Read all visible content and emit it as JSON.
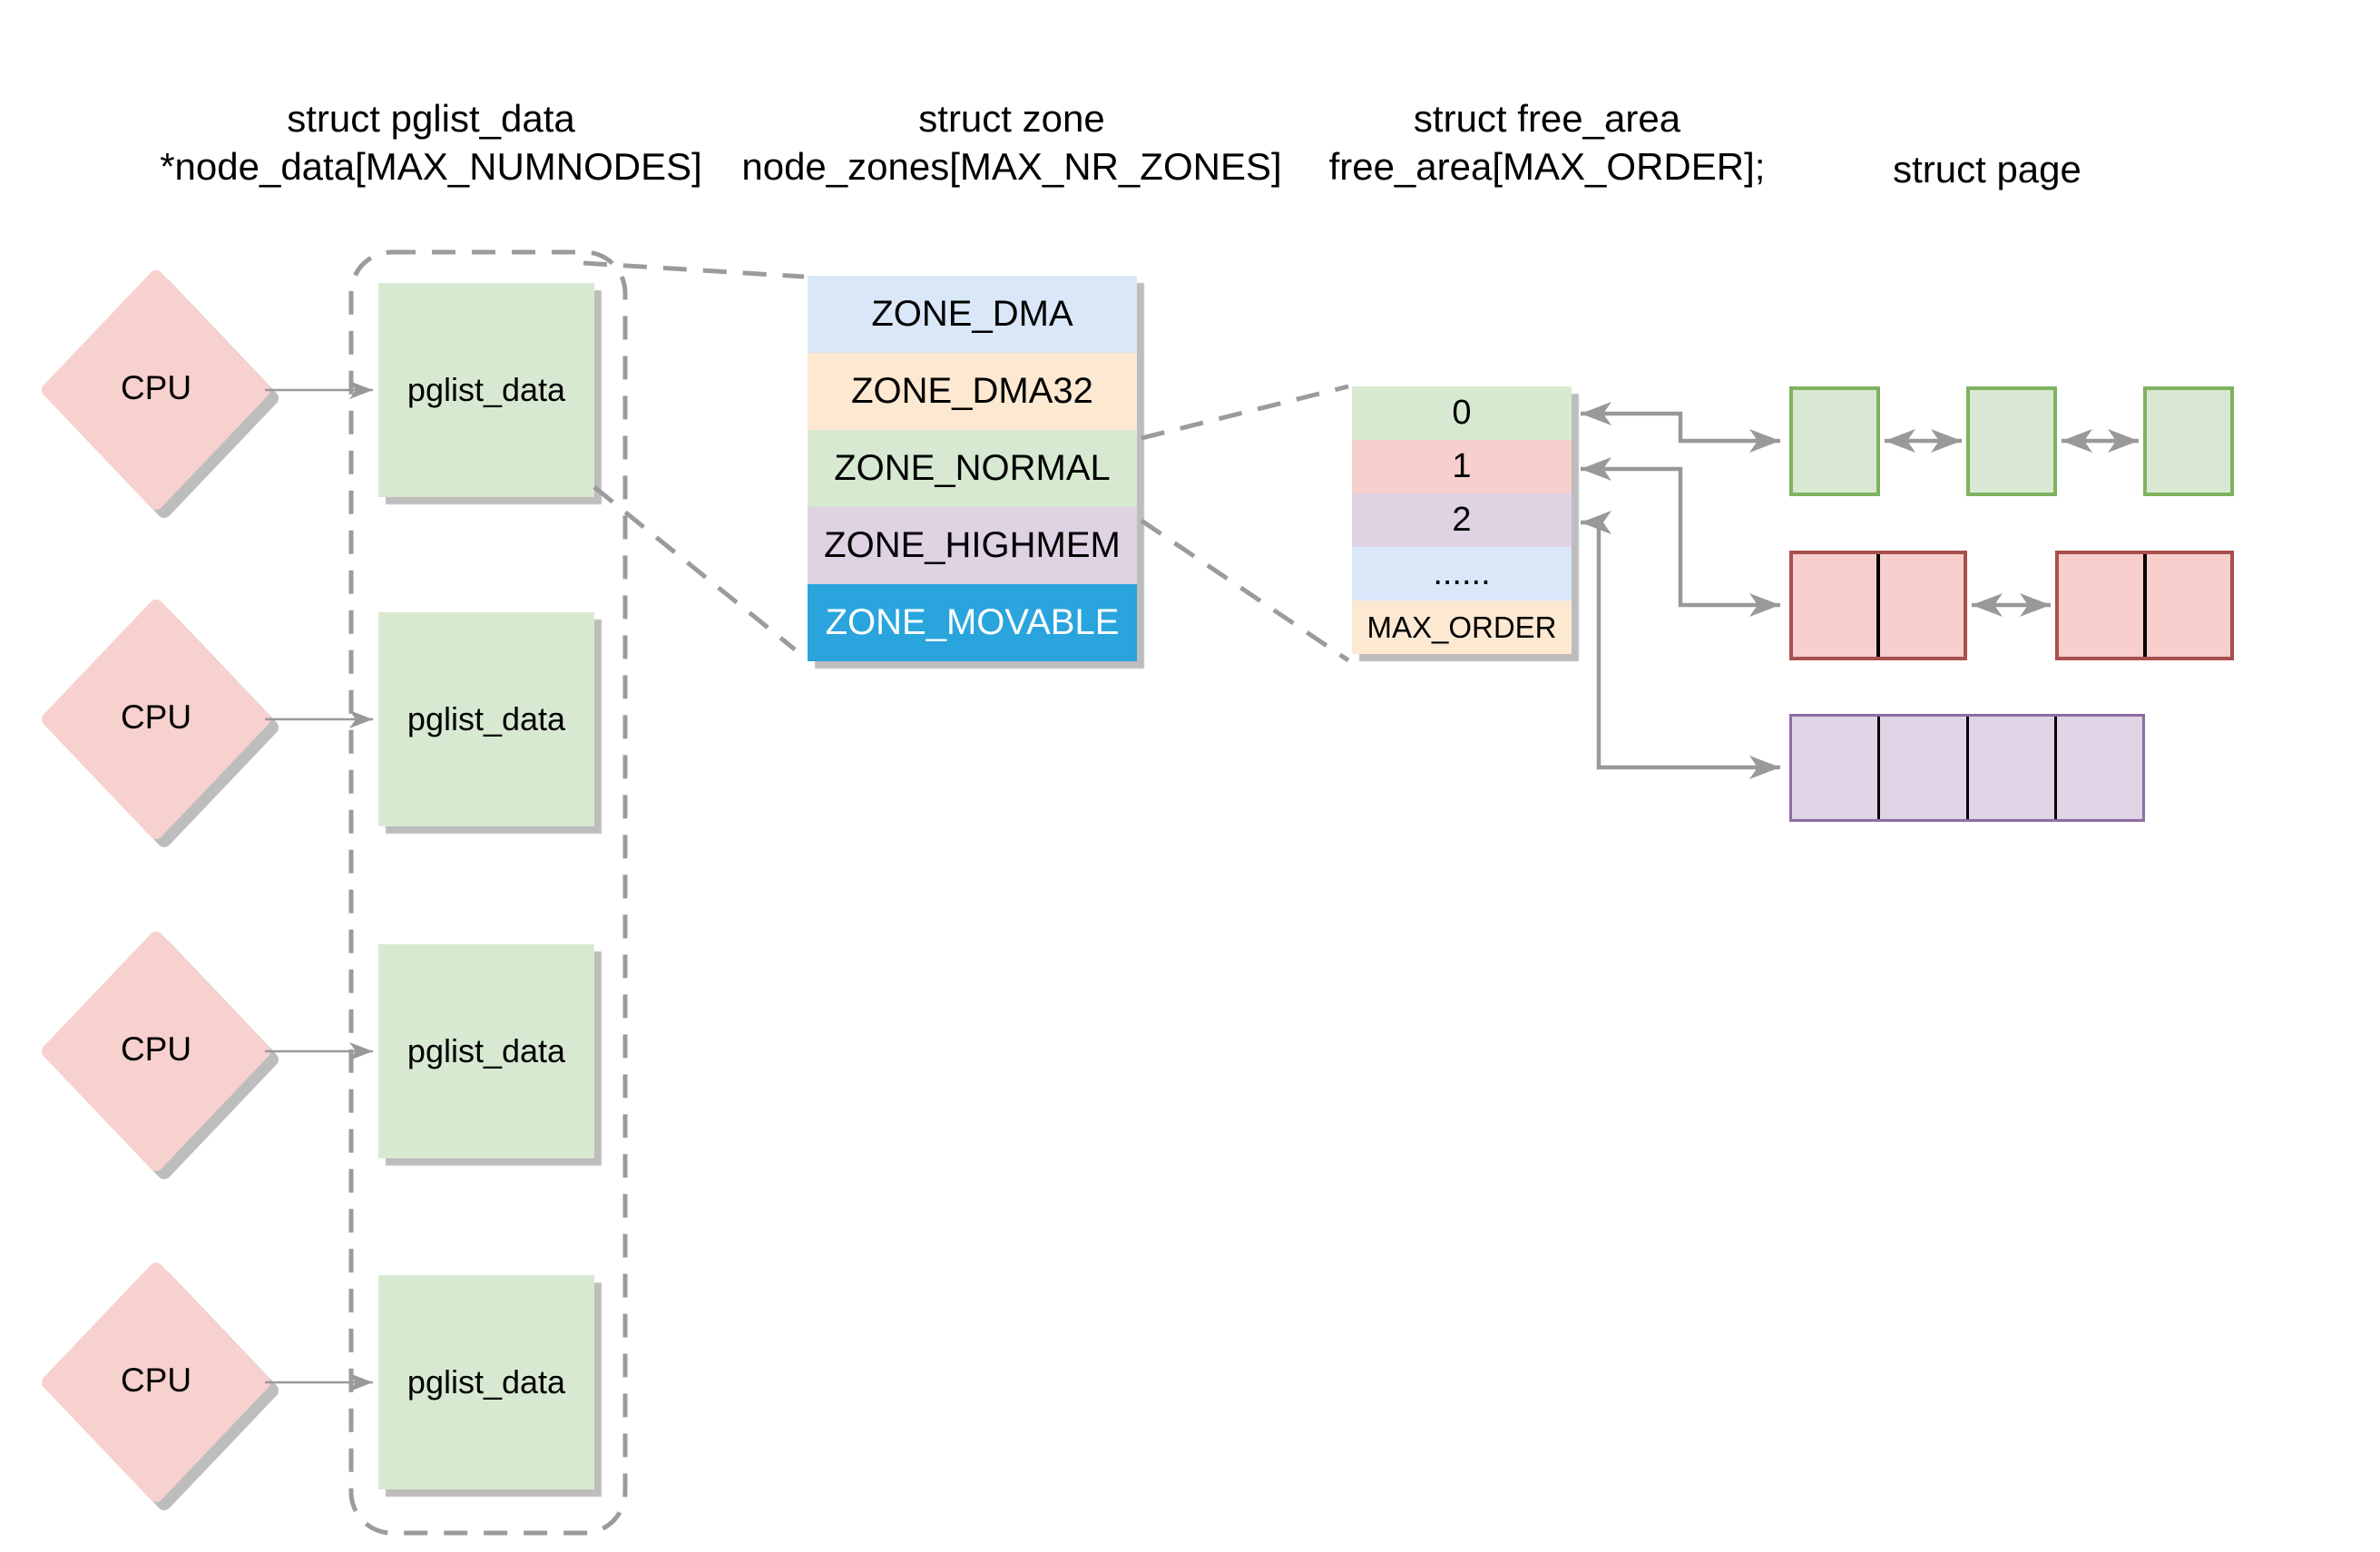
{
  "headers": {
    "pglist": {
      "line1": "struct pglist_data",
      "line2": "*node_data[MAX_NUMNODES]"
    },
    "zone": {
      "line1": "struct zone",
      "line2": "node_zones[MAX_NR_ZONES]"
    },
    "free_area": {
      "line1": "struct free_area",
      "line2": "free_area[MAX_ORDER];"
    },
    "page": {
      "line1": "struct page"
    }
  },
  "cpu_nodes": [
    {
      "label": "CPU"
    },
    {
      "label": "CPU"
    },
    {
      "label": "CPU"
    },
    {
      "label": "CPU"
    }
  ],
  "pglist_nodes": [
    {
      "label": "pglist_data"
    },
    {
      "label": "pglist_data"
    },
    {
      "label": "pglist_data"
    },
    {
      "label": "pglist_data"
    }
  ],
  "zones": [
    {
      "label": "ZONE_DMA",
      "color": "#d9e7f9",
      "text_color": "#000000"
    },
    {
      "label": "ZONE_DMA32",
      "color": "#fde9d2",
      "text_color": "#000000"
    },
    {
      "label": "ZONE_NORMAL",
      "color": "#d8e9d2",
      "text_color": "#000000"
    },
    {
      "label": "ZONE_HIGHMEM",
      "color": "#ded2e3",
      "text_color": "#000000"
    },
    {
      "label": "ZONE_MOVABLE",
      "color": "#29a4dd",
      "text_color": "#ffffff"
    }
  ],
  "free_area_rows": [
    {
      "label": "0",
      "color": "#d8e9d2"
    },
    {
      "label": "1",
      "color": "#f7cfcc"
    },
    {
      "label": "2",
      "color": "#ded2e3"
    },
    {
      "label": "......",
      "color": "#d9e7f9"
    },
    {
      "label": "MAX_ORDER",
      "color": "#fde9d2"
    }
  ],
  "page_lists": {
    "order0": {
      "blocks": 3,
      "cells_per_block": 1,
      "fill": "#d8e8d2",
      "border": "#7fb25f"
    },
    "order1": {
      "blocks": 2,
      "cells_per_block": 2,
      "fill": "#f7cfcc",
      "border": "#a9504d"
    },
    "order2": {
      "blocks": 1,
      "cells_per_block": 4,
      "fill": "#e0d4e6",
      "border": "#8d6ca4"
    }
  },
  "colors": {
    "cpu_fill": "#f7d1ce",
    "pglist_fill": "#d8e9d2",
    "shadow": "#bdbdbd",
    "arrow_gray": "#999999",
    "dashed_gray": "#9b9b9b"
  }
}
